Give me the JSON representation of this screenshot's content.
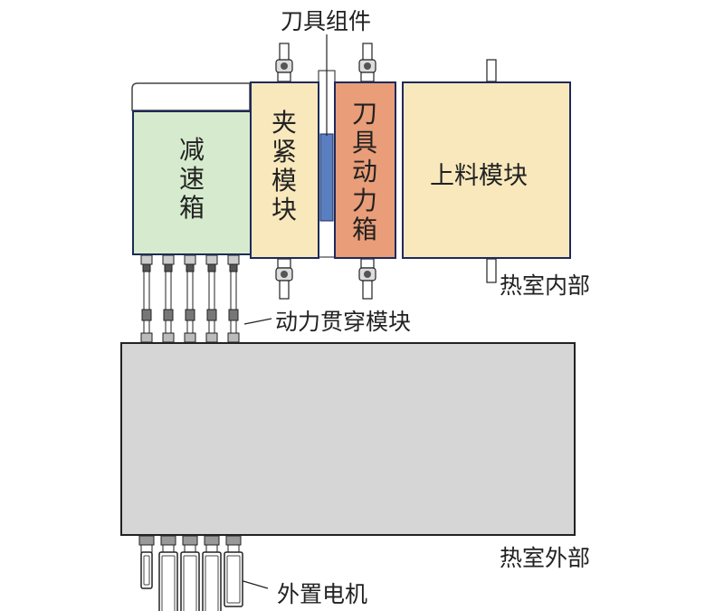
{
  "labels": {
    "tool_assembly": "刀具组件",
    "reducer": "减速箱",
    "clamp_module": "夹紧模块",
    "tool_power_box": "刀具动力箱",
    "loading_module": "上料模块",
    "hot_cell_inside": "热室内部",
    "power_penetration_module": "动力贯穿模块",
    "hot_cell_outside": "热室外部",
    "external_motor": "外置电机"
  },
  "colors": {
    "reducer": "#d6ebcd",
    "clamp_module": "#f8e8bc",
    "tool_power_box": "#e99d78",
    "loading_module": "#f8e8bc",
    "hot_cell_wall": "#d6d6d6",
    "tool_blade": "#5a7fc0",
    "outline": "#1e2a5a"
  },
  "icons": [
    "bolt-icon",
    "shaft-icon",
    "motor-icon"
  ]
}
